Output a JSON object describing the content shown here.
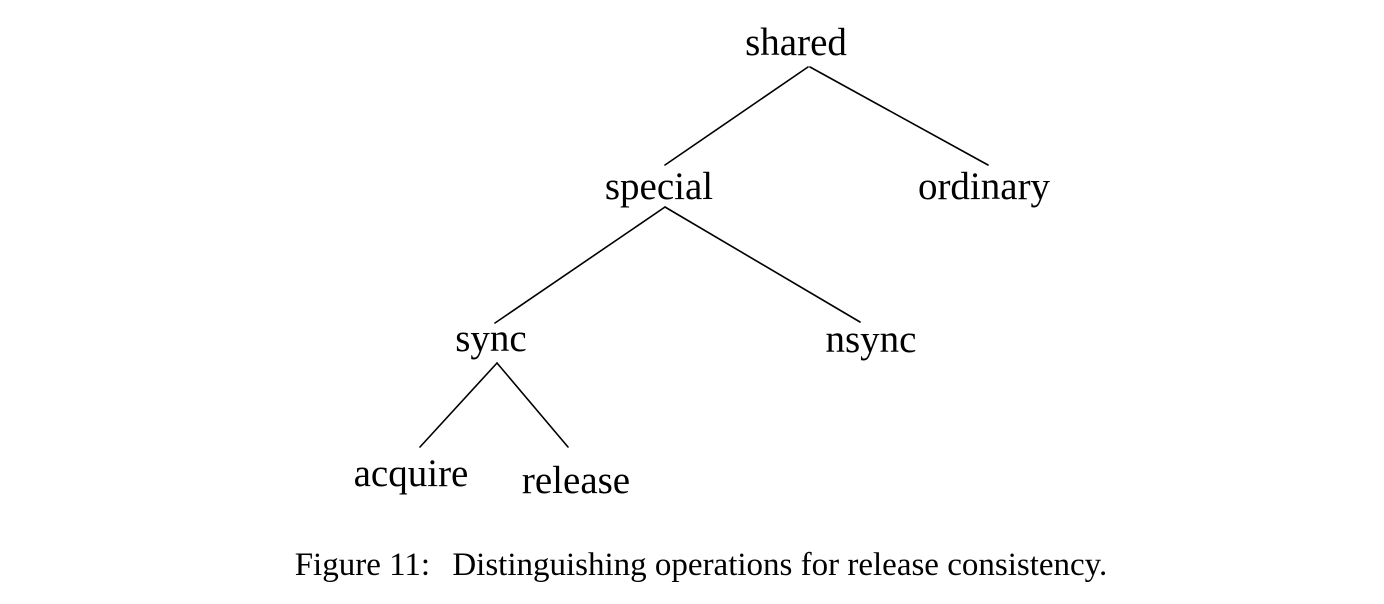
{
  "figure": {
    "tree": {
      "label": "shared",
      "children": [
        {
          "label": "special",
          "children": [
            {
              "label": "sync",
              "children": [
                {
                  "label": "acquire"
                },
                {
                  "label": "release"
                }
              ]
            },
            {
              "label": "nsync"
            }
          ]
        },
        {
          "label": "ordinary"
        }
      ]
    },
    "caption": {
      "label": "Figure 11:",
      "text": "Distinguishing operations for release consistency."
    },
    "colors": {
      "ink": "#000000",
      "background": "#ffffff"
    }
  }
}
